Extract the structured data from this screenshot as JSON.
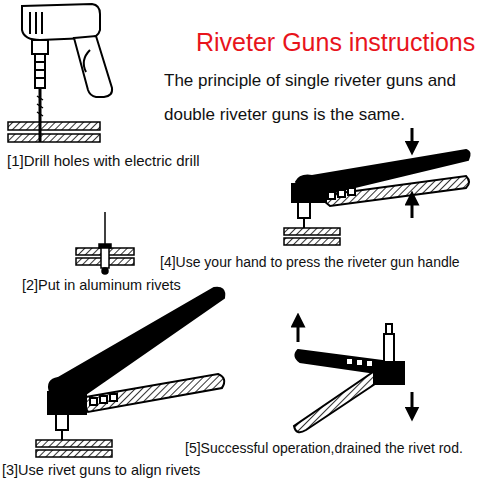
{
  "diagram": {
    "title": "Riveter Guns instructions",
    "labels": [
      "The principle of single riveter guns and double riveter guns is the same.",
      "[1]Drill holes with electric drill",
      "[4]Use your hand to press the riveter gun handle",
      "[2]Put in aluminum rivets",
      "[5]Successful operation,drained the rivet rod.",
      "[3]Use rivet guns to align rivets"
    ]
  }
}
